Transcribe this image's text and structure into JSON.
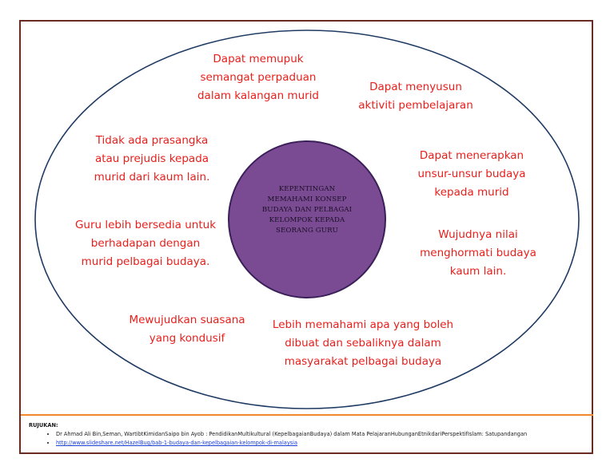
{
  "colors": {
    "frame": "#6b2a22",
    "ellipse_stroke": "#1f3b63",
    "center_fill": "#7a4b93",
    "center_stroke": "#3a1f58",
    "label": "#e8201c",
    "divider": "#f08a2c",
    "link": "#1a3fd6"
  },
  "center": {
    "lines": [
      "KEPENTINGAN",
      "MEMAHAMI KONSEP",
      "BUDAYA DAN PELBAGAI",
      "KELOMPOK KEPADA",
      "SEORANG GURU"
    ]
  },
  "labels": [
    {
      "id": "memupuk",
      "lines": [
        "Dapat memupuk",
        "semangat perpaduan",
        "dalam kalangan murid"
      ]
    },
    {
      "id": "menyusun",
      "lines": [
        "Dapat menyusun",
        "aktiviti pembelajaran"
      ]
    },
    {
      "id": "prasangka",
      "lines": [
        "Tidak ada prasangka",
        "atau prejudis kepada",
        "murid dari kaum lain."
      ]
    },
    {
      "id": "menerapkan",
      "lines": [
        "Dapat menerapkan",
        "unsur-unsur budaya",
        "kepada murid"
      ]
    },
    {
      "id": "bersedia",
      "lines": [
        "Guru lebih bersedia untuk",
        "berhadapan dengan",
        "murid pelbagai budaya."
      ]
    },
    {
      "id": "menghormati",
      "lines": [
        "Wujudnya nilai",
        "menghormati budaya",
        "kaum lain."
      ]
    },
    {
      "id": "suasana",
      "lines": [
        "Mewujudkan suasana",
        "yang kondusif"
      ]
    },
    {
      "id": "memahami",
      "lines": [
        "Lebih memahami apa yang boleh",
        "dibuat dan sebaliknya dalam",
        "masyarakat pelbagai budaya"
      ]
    }
  ],
  "references": {
    "title": "RUJUKAN:",
    "items": [
      "Dr Ahmad Ali Bin,Seman, WartibtKimidanSaipo bin Ayob : PendidikanMultikultural (KepelbagaianBudaya) dalam Mata PelajaranHubunganEtnikdariPerspektifIslam: Satupandangan",
      "http://www.slideshare.net/HazelBug/bab-1-budaya-dan-kepelbagaian-kelompok-di-malaysia"
    ]
  }
}
